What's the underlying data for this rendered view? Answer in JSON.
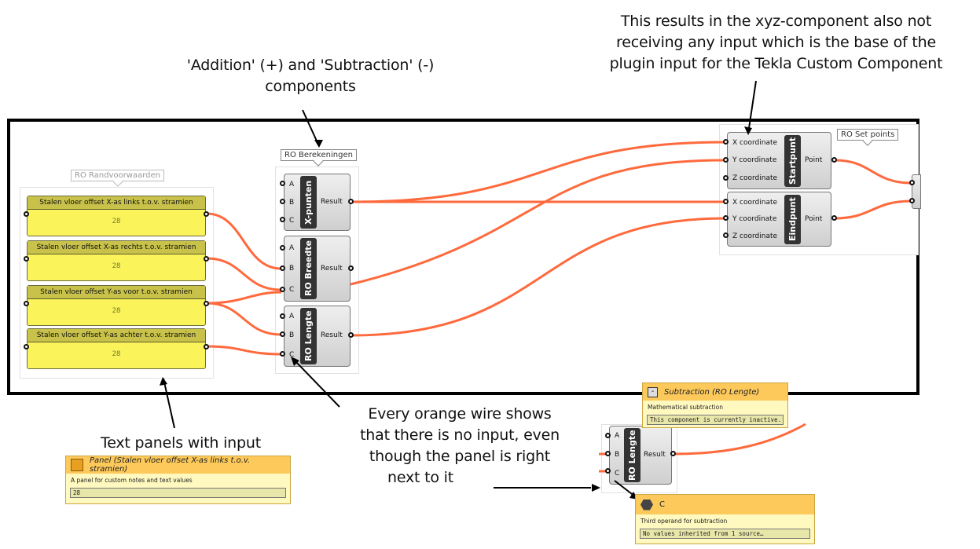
{
  "annotations": {
    "top_middle": [
      "'Addition' (+) and 'Subtraction' (-)",
      "components"
    ],
    "top_right": [
      "This results in the xyz-component also not",
      "receiving any input which is the base of the",
      "plugin input for the Tekla Custom Component"
    ],
    "bottom_left": "Text panels with input",
    "bottom_middle": [
      "Every orange wire shows",
      "that there is no input, even",
      "though the panel is right",
      "next to it"
    ]
  },
  "colors": {
    "wire": "#ff6a3d",
    "panel_fill": "#fbf35a",
    "tooltip_header": "#fdc95a"
  },
  "groups": {
    "randvoorwaarden": "RO Randvoorwaarden",
    "berekeningen": "RO Berekeningen",
    "set_points": "RO Set points"
  },
  "panels": [
    {
      "title": "Stalen vloer offset X-as links t.o.v. stramien",
      "value": "28"
    },
    {
      "title": "Stalen vloer offset X-as rechts t.o.v. stramien",
      "value": "28"
    },
    {
      "title": "Stalen vloer offset Y-as voor t.o.v. stramien",
      "value": "28"
    },
    {
      "title": "Stalen vloer offset Y-as achter t.o.v. stramien",
      "value": "28"
    }
  ],
  "components": [
    {
      "nickname": "X-punten",
      "inputs": [
        "A",
        "B",
        "C"
      ],
      "output": "Result"
    },
    {
      "nickname": "RO Breedte",
      "inputs": [
        "A",
        "B",
        "C"
      ],
      "output": "Result"
    },
    {
      "nickname": "RO Lengte",
      "inputs": [
        "A",
        "B",
        "C"
      ],
      "output": "Result"
    }
  ],
  "points": [
    {
      "nickname": "Startpunt",
      "inputs": [
        "X coordinate",
        "Y coordinate",
        "Z coordinate"
      ],
      "output": "Point"
    },
    {
      "nickname": "Eindpunt",
      "inputs": [
        "X coordinate",
        "Y coordinate",
        "Z coordinate"
      ],
      "output": "Point"
    }
  ],
  "panel_tooltip": {
    "title": "Panel (Stalen vloer offset X-as links t.o.v. stramien)",
    "description": "A panel for custom notes and text values",
    "value": "28",
    "icon": "panel-icon"
  },
  "detail_component": {
    "nickname": "RO Lengte",
    "inputs": [
      "A",
      "B",
      "C"
    ],
    "output": "Result"
  },
  "subtraction_tooltip": {
    "title": "Subtraction (RO Lengte)",
    "description": "Mathematical subtraction",
    "value": "This component is currently inactive.",
    "icon": "minus-icon"
  },
  "param_tooltip": {
    "title": "C",
    "description": "Third operand for subtraction",
    "value": "No values inherited from 1 source…",
    "icon": "hexagon-param-icon"
  }
}
